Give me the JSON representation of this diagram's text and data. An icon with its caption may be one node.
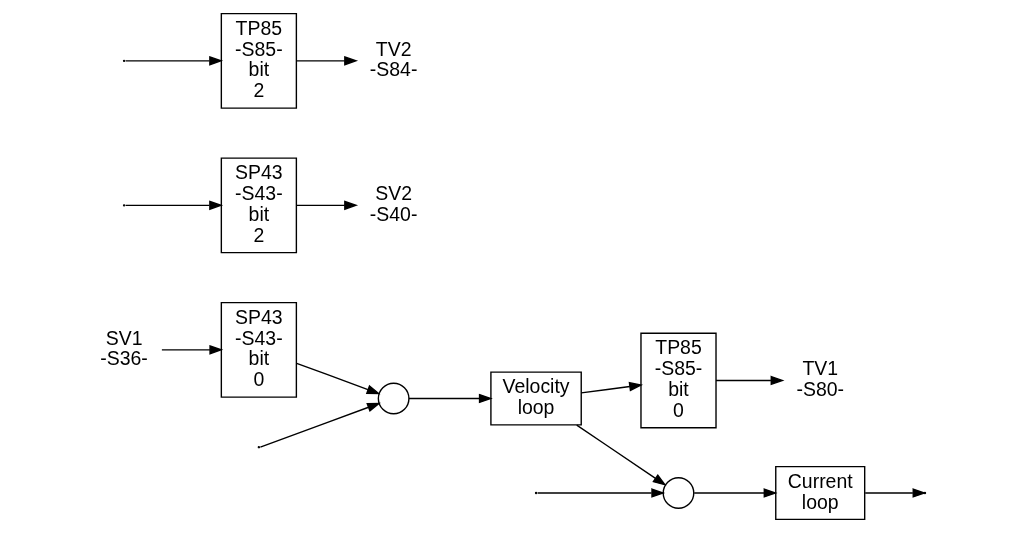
{
  "diagram": {
    "nodes": [
      {
        "text": [
          "SV1 -S36-"
        ]
      },
      {
        "text": [
          "SP43 -S43- bit 0"
        ]
      },
      {
        "text": [],
        "shape": "circle"
      },
      {
        "text": [
          "Velocity loop"
        ]
      },
      {
        "text": [
          "TV1 -S80-"
        ]
      },
      {
        "text": [
          "TP85 -S85- bit 0"
        ]
      },
      {
        "text": [],
        "shape": "circle"
      },
      {
        "text": [
          "Current loop"
        ]
      },
      {
        "text": [
          "SP43 -S43- bit 2"
        ]
      },
      {
        "text": [
          "SV2 -S40-"
        ]
      },
      {
        "text": [
          "TP85 -S85- bit 2"
        ]
      },
      {
        "text": [
          "TV2 -S84-"
        ]
      }
    ],
    "edges": [
      {
        "from": 0,
        "to": 1,
        "arrow": "to"
      },
      {
        "from": 1,
        "to": 2,
        "arrow": "to"
      },
      {
        "from": 2,
        "to": 3,
        "arrow": "to"
      },
      {
        "from": 3,
        "to": 5,
        "arrow": "to"
      },
      {
        "from": 5,
        "to": 4,
        "arrow": "to"
      },
      {
        "from": 3,
        "to": 6,
        "arrow": "to"
      },
      {
        "from": 6,
        "to": 7,
        "arrow": "to"
      },
      {
        "from": 7,
        "to": null,
        "arrow": "to"
      },
      {
        "from": null,
        "to": 2,
        "arrow": "to"
      },
      {
        "from": null,
        "to": 8,
        "arrow": "to"
      },
      {
        "from": 8,
        "to": 9,
        "arrow": "to"
      },
      {
        "from": null,
        "to": 6,
        "arrow": "to"
      },
      {
        "from": null,
        "to": 10,
        "arrow": "to"
      },
      {
        "from": 10,
        "to": 11,
        "arrow": "to"
      }
    ]
  }
}
